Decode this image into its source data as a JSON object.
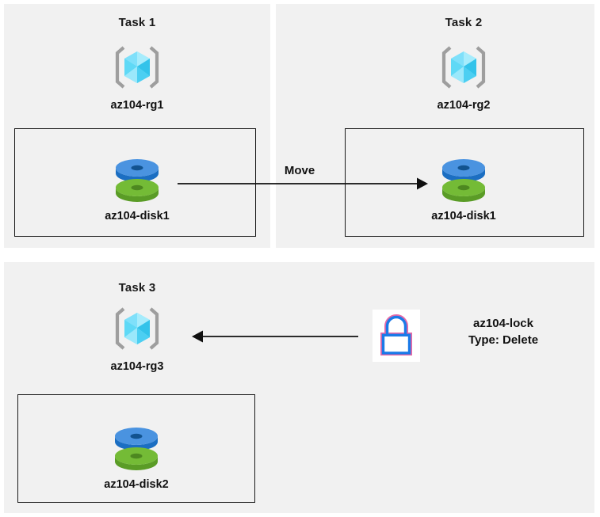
{
  "diagram": {
    "title_color": "#1a1a1a",
    "panel_bg": "#f1f1f1",
    "page_bg": "#ffffff",
    "colors": {
      "disk_blue_top": "#4a93e0",
      "disk_blue_side": "#1b6ec2",
      "disk_green_top": "#74bb36",
      "disk_green_side": "#5a9c26",
      "rg_cube_light": "#9be8fb",
      "rg_cube_mid": "#53d6f7",
      "rg_cube_dark": "#33c3ea",
      "rg_bracket": "#9e9e9e",
      "lock_blue": "#1a7ae8",
      "lock_accent": "#e56aa8",
      "arrow_black": "#101010",
      "box_border": "#1a1a1a"
    }
  },
  "panels": [
    {
      "id": "task1",
      "title": "Task 1",
      "resource_group": {
        "label": "az104-rg1",
        "icon": "azure-resource-group-icon"
      },
      "box": {
        "disk": {
          "label": "az104-disk1",
          "icon": "azure-disk-icon"
        }
      }
    },
    {
      "id": "task2",
      "title": "Task 2",
      "resource_group": {
        "label": "az104-rg2",
        "icon": "azure-resource-group-icon"
      },
      "box": {
        "disk": {
          "label": "az104-disk1",
          "icon": "azure-disk-icon"
        }
      }
    },
    {
      "id": "task3",
      "title": "Task 3",
      "resource_group": {
        "label": "az104-rg3",
        "icon": "azure-resource-group-icon"
      },
      "box": {
        "disk": {
          "label": "az104-disk2",
          "icon": "azure-disk-icon"
        }
      }
    }
  ],
  "connectors": {
    "move": {
      "label": "Move",
      "direction": "left-to-right",
      "from": "az104-disk1 in az104-rg1",
      "to": "az104-rg2"
    },
    "lock": {
      "direction": "right-to-left",
      "from": "az104-lock",
      "to": "az104-rg3"
    }
  },
  "lock": {
    "icon": "padlock-icon",
    "name": "az104-lock",
    "type_line": "Type: Delete"
  }
}
